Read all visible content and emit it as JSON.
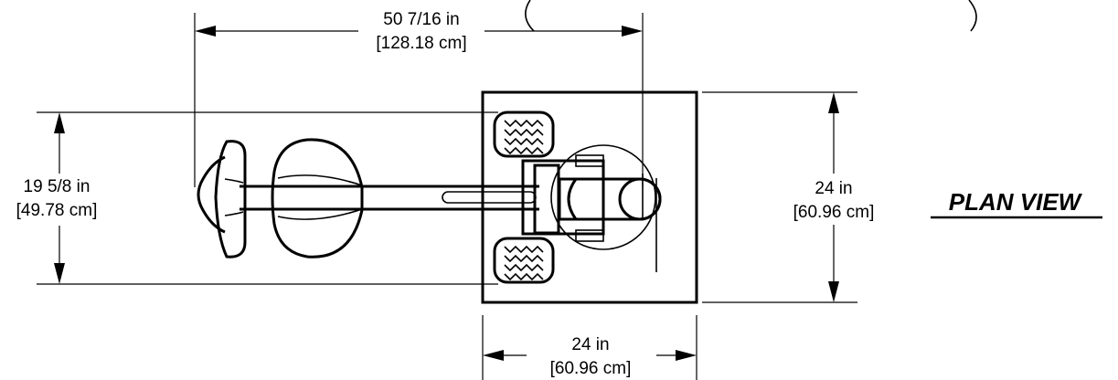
{
  "dimensions": {
    "overall_length": {
      "imperial": "50 7/16 in",
      "metric": "[128.18 cm]"
    },
    "seat_width": {
      "imperial": "19 5/8 in",
      "metric": "[49.78 cm]"
    },
    "base_depth": {
      "imperial": "24 in",
      "metric": "[60.96 cm]"
    },
    "base_width": {
      "imperial": "24 in",
      "metric": "[60.96 cm]"
    }
  },
  "title": "PLAN VIEW"
}
